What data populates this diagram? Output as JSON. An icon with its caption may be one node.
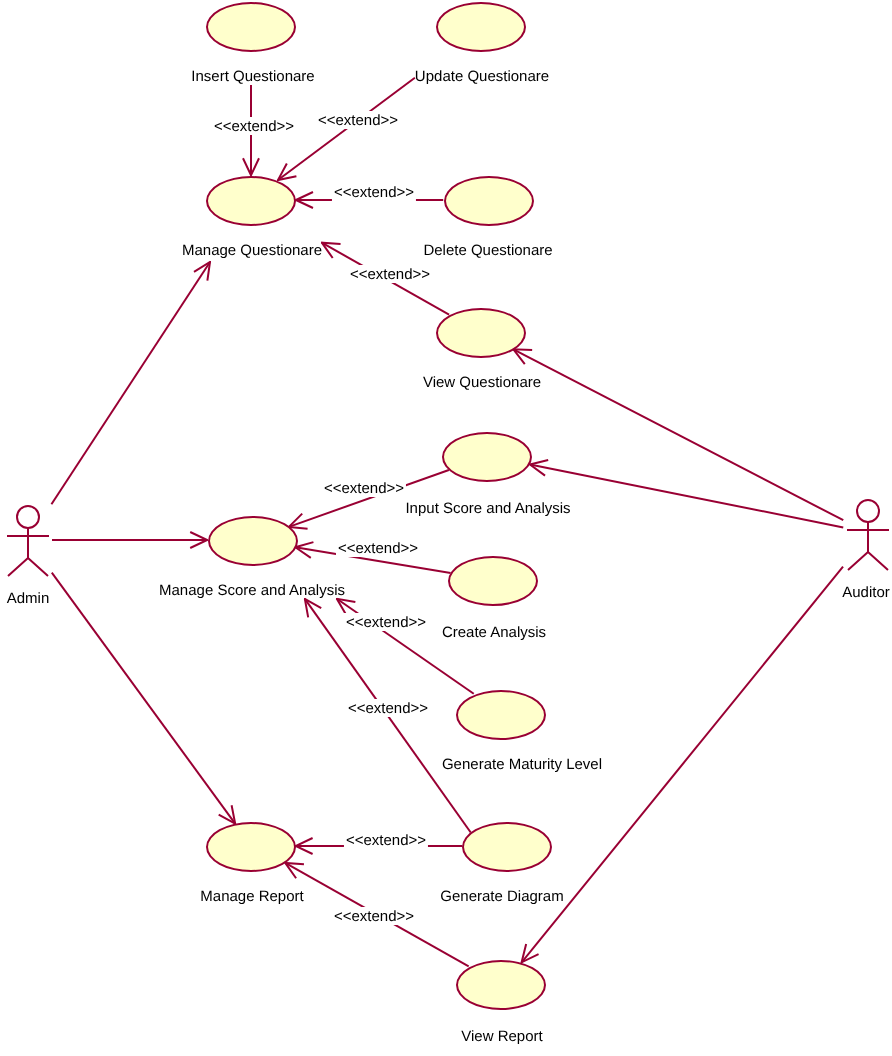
{
  "diagram": {
    "nodes": [
      {
        "text": [
          "Insert Questionare"
        ]
      },
      {
        "text": [
          "Update Questionare"
        ]
      },
      {
        "text": [
          "Manage Questionare"
        ]
      },
      {
        "text": [
          "Delete Questionare"
        ]
      },
      {
        "text": [
          "View Questionare"
        ]
      },
      {
        "text": [
          "Input Score and Analysis"
        ]
      },
      {
        "text": [
          "Admin"
        ]
      },
      {
        "text": [
          "Manage Score and Analysis"
        ]
      },
      {
        "text": [
          "Auditor"
        ]
      },
      {
        "text": [
          "Create Analysis"
        ]
      },
      {
        "text": [
          "Generate Maturity Level"
        ]
      },
      {
        "text": [
          "Manage Report"
        ]
      },
      {
        "text": [
          "Generate Diagram"
        ]
      },
      {
        "text": [
          "View Report"
        ]
      }
    ],
    "edges": [
      {
        "from": 0,
        "to": 2,
        "arrow": "to",
        "label": "<<extend>>"
      },
      {
        "from": 1,
        "to": 2,
        "arrow": "to",
        "label": "<<extend>>"
      },
      {
        "from": 3,
        "to": 2,
        "arrow": "to",
        "label": "<<extend>>"
      },
      {
        "from": 4,
        "to": 2,
        "arrow": "to",
        "label": "<<extend>>"
      },
      {
        "from": 6,
        "to": 2,
        "arrow": "to"
      },
      {
        "from": 8,
        "to": 4,
        "arrow": "to"
      },
      {
        "from": 8,
        "to": 5,
        "arrow": "to"
      },
      {
        "from": 5,
        "to": 7,
        "arrow": "to",
        "label": "<<extend>>"
      },
      {
        "from": 6,
        "to": 7,
        "arrow": "to"
      },
      {
        "from": 9,
        "to": 7,
        "arrow": "to",
        "label": "<<extend>>"
      },
      {
        "from": 10,
        "to": 7,
        "arrow": "to",
        "label": "<<extend>>"
      },
      {
        "from": 12,
        "to": 7,
        "arrow": "to",
        "label": "<<extend>>"
      },
      {
        "from": 6,
        "to": 11,
        "arrow": "to"
      },
      {
        "from": 8,
        "to": 13,
        "arrow": "to"
      },
      {
        "from": 12,
        "to": 11,
        "arrow": "to",
        "label": "<<extend>>"
      },
      {
        "from": 13,
        "to": 11,
        "arrow": "to",
        "label": "<<extend>>"
      }
    ]
  }
}
